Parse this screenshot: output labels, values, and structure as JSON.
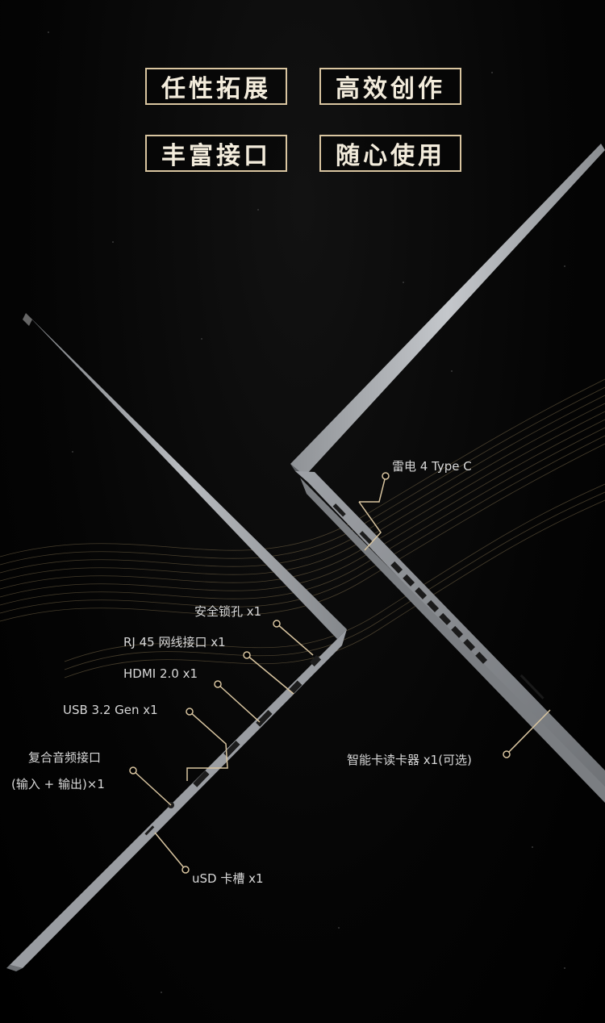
{
  "headline": {
    "tags": [
      "任性拓展",
      "高效创作",
      "丰富接口",
      "随心使用"
    ]
  },
  "ports": {
    "right_side": {
      "thunderbolt": "雷电 4 Type C",
      "card_reader": "智能卡读卡器 x1(可选)"
    },
    "left_side": {
      "lock": "安全锁孔 x1",
      "rj45": "RJ 45 网线接口 x1",
      "hdmi": "HDMI 2.0 x1",
      "usb": "USB 3.2  Gen x1",
      "audio_line1": "复合音频接口",
      "audio_line2": "(输入 + 输出)×1",
      "usd": "uSD 卡槽 x1"
    }
  },
  "colors": {
    "background": "#000000",
    "accent_gold": "#d9c5a0",
    "laptop_silver": "#a9acb1",
    "label_text": "#d8d8d8"
  }
}
